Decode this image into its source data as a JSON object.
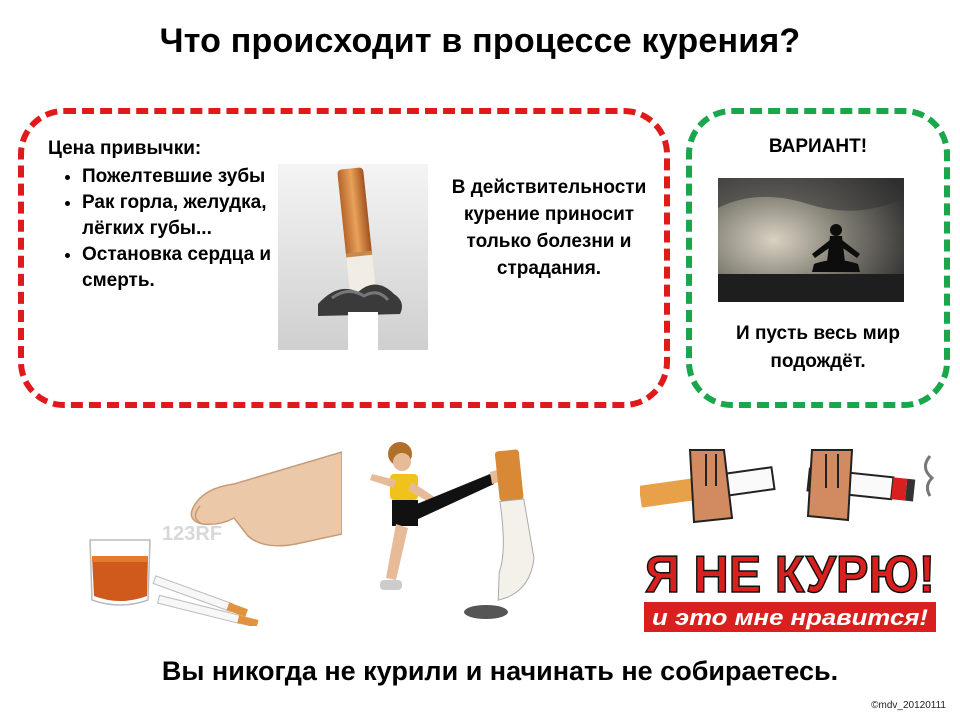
{
  "slide": {
    "title": "Что происходит в процессе курения?",
    "price_heading": "Цена привычки:",
    "price_items": [
      "Пожелтевшие зубы",
      "Рак горла, желудка, лёгких губы...",
      "Остановка сердца и смерть."
    ],
    "reality_text": "В действительности курение приносит только болезни и страдания.",
    "variant_heading": "ВАРИАНТ!",
    "wait_text": "И пусть весь мир подождёт.",
    "poster": {
      "line1": "Я НЕ КУРЮ!",
      "line2": "и это мне нравится!"
    },
    "watermark": "123RF",
    "bottom_text": "Вы никогда не курили и начинать не собираетесь.",
    "copyright": "©mdv_20120111"
  },
  "colors": {
    "red_border": "#e01a1a",
    "green_border": "#1aa64a",
    "poster_red": "#d9201e"
  },
  "icons": [
    "cigarette-butt-image",
    "yoga-silhouette-image",
    "hand-cigarettes-drink-image",
    "kick-cigarette-image",
    "no-smoking-poster-image"
  ]
}
